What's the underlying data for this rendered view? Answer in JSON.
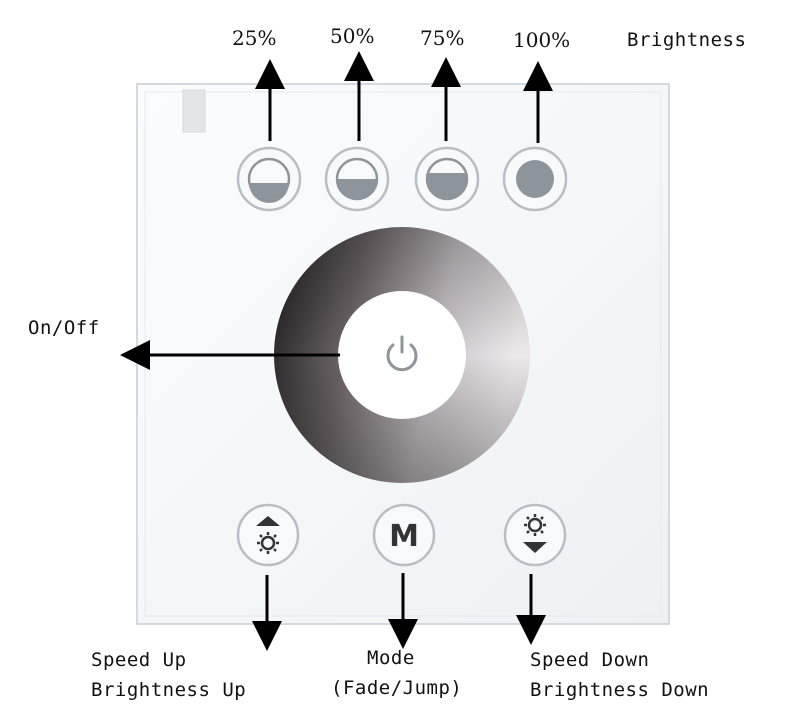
{
  "brightness": {
    "level_25": "25%",
    "level_50": "50%",
    "level_75": "75%",
    "level_100": "100%",
    "title": "Brightness"
  },
  "power": {
    "label": "On/Off"
  },
  "bottom": {
    "speed_up_line1": "Speed Up",
    "speed_up_line2": "Brightness Up",
    "mode_line1": "Mode",
    "mode_line2": "(Fade/Jump)",
    "speed_down_line1": "Speed Down",
    "speed_down_line2": "Brightness Down",
    "mode_button_glyph": "M"
  },
  "colors": {
    "panel": "#f6f8fa",
    "panel_border": "#d4d9de",
    "icon": "#8d949a",
    "arrow": "#000000"
  }
}
